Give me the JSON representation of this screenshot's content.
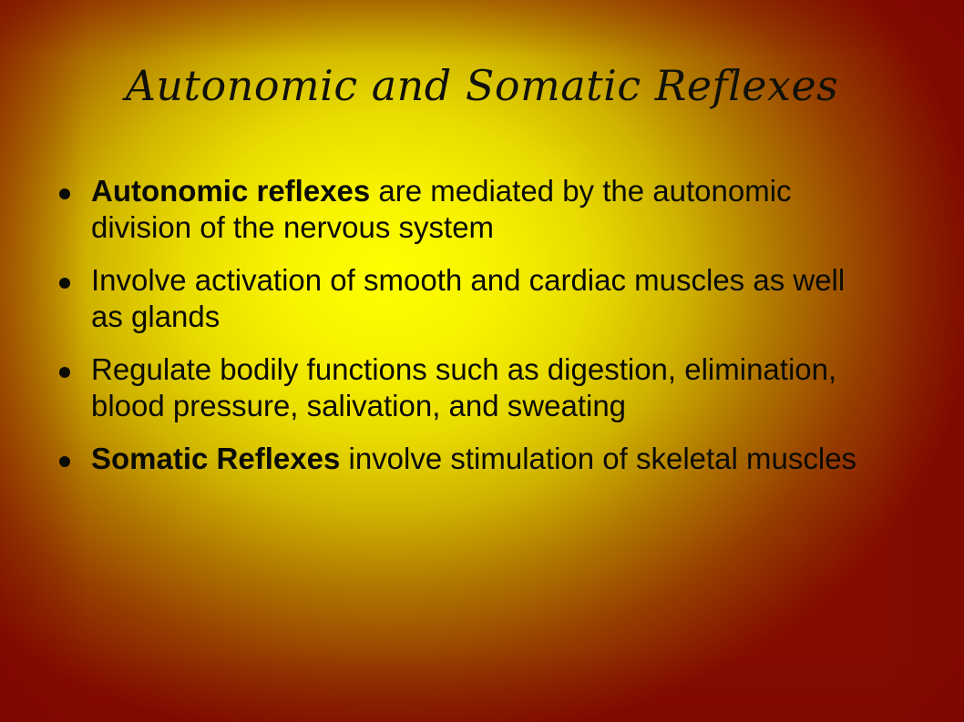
{
  "slide": {
    "title": "Autonomic and Somatic Reflexes",
    "bullets": [
      {
        "term": "Autonomic reflexes",
        "text": " are mediated by the autonomic division of the nervous system"
      },
      {
        "term": "",
        "text": "Involve activation of smooth and cardiac muscles as well as glands"
      },
      {
        "term": "",
        "text": "Regulate bodily functions such as digestion, elimination, blood pressure, salivation, and sweating"
      },
      {
        "term": "Somatic Reflexes",
        "text": " involve stimulation of skeletal muscles"
      }
    ]
  },
  "colors": {
    "center": "#ffff00",
    "edge": "#840d00",
    "text": "#0b0b05"
  },
  "icons": {
    "bullet": "filled-circle"
  }
}
